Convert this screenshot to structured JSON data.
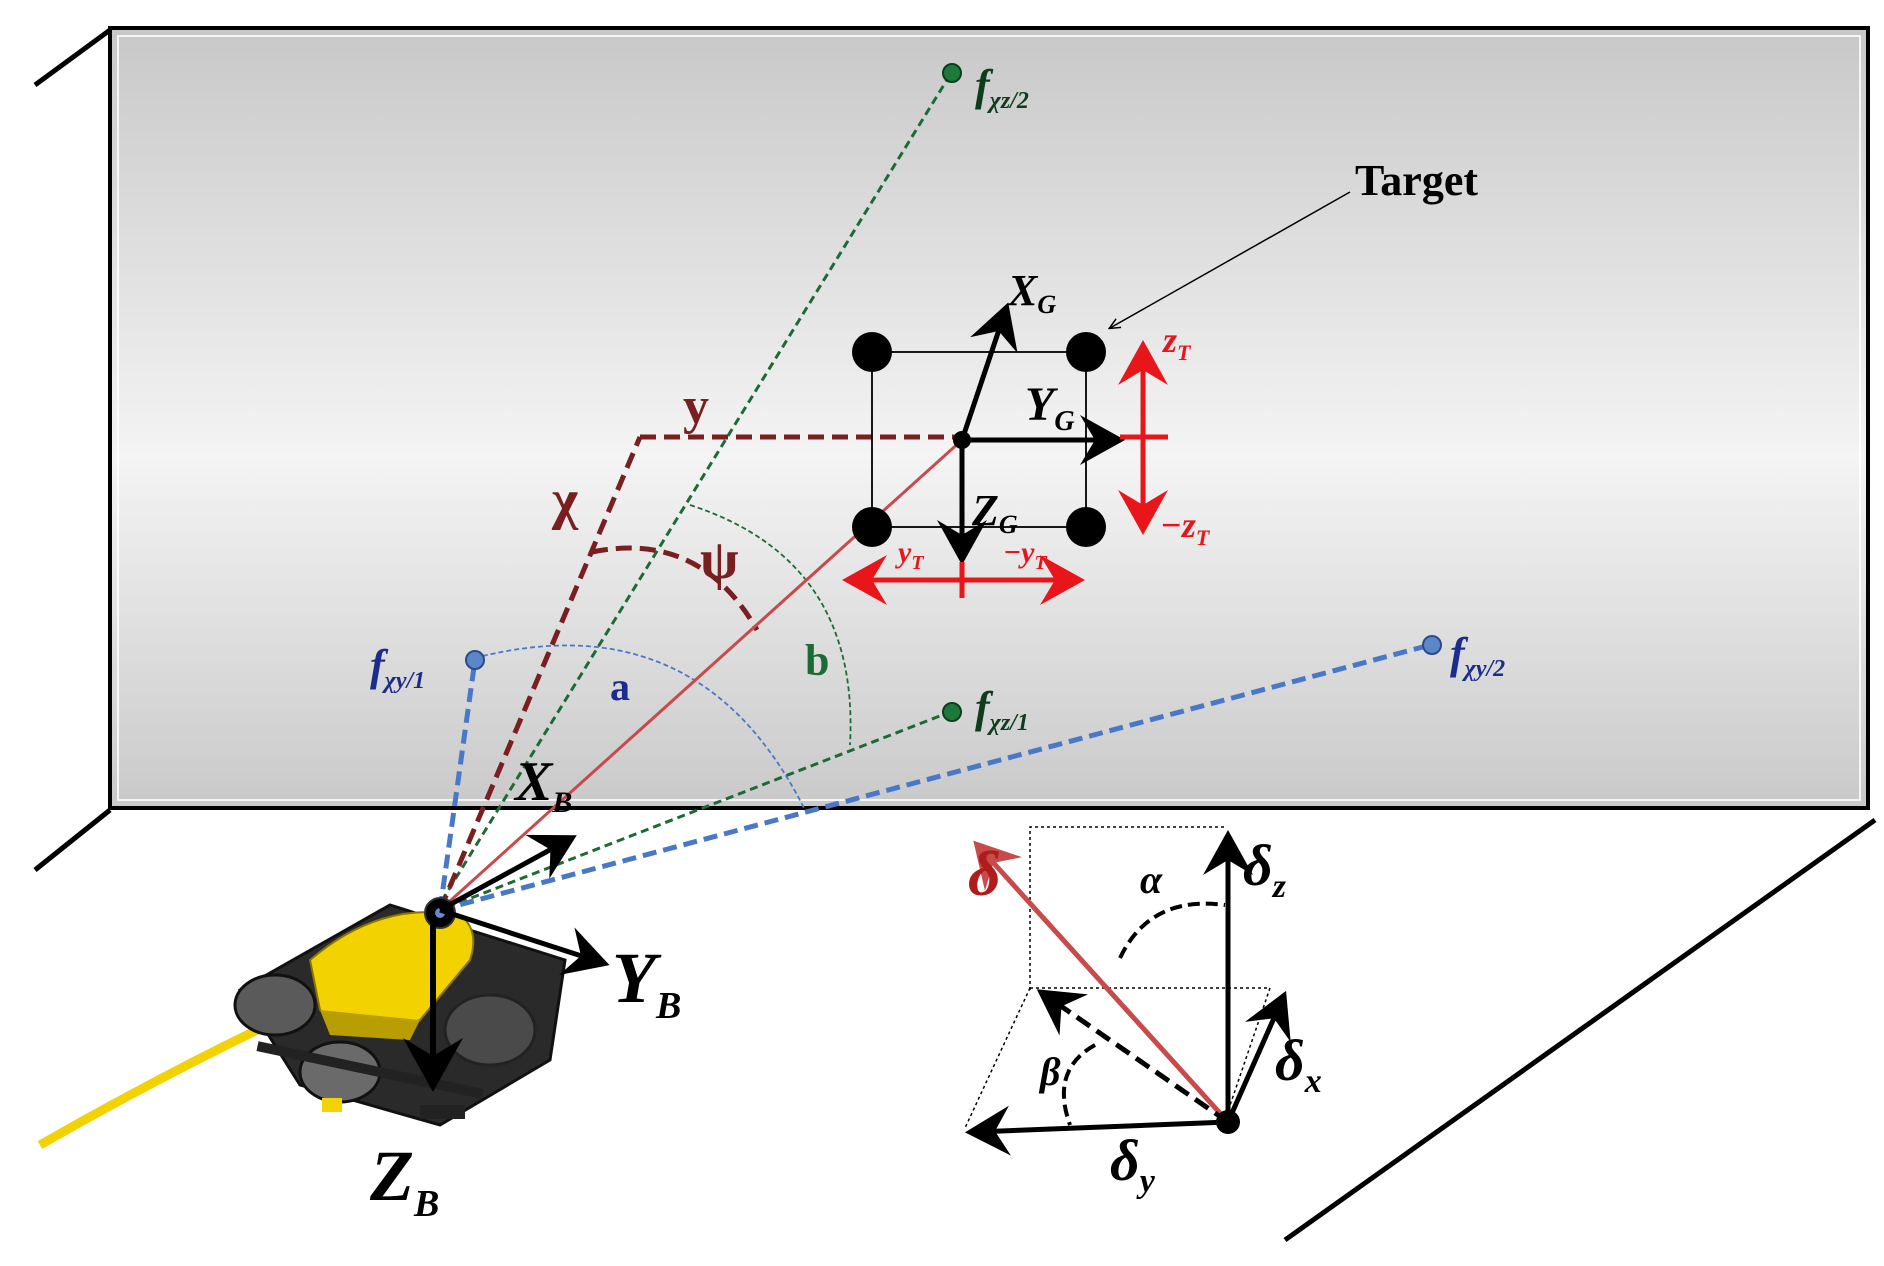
{
  "labels": {
    "target": "Target",
    "fxz2": "f",
    "fxz2_sub": "χz/2",
    "fxz1": "f",
    "fxz1_sub": "χz/1",
    "fxy1": "f",
    "fxy1_sub": "χy/1",
    "fxy2": "f",
    "fxy2_sub": "χy/2",
    "XG": "X",
    "XG_sub": "G",
    "YG": "Y",
    "YG_sub": "G",
    "ZG": "Z",
    "ZG_sub": "G",
    "zT": "z",
    "zT_sub": "T",
    "negzT": "−z",
    "negzT_sub": "T",
    "yT": "y",
    "yT_sub": "T",
    "negyT": "−y",
    "negyT_sub": "T",
    "y_axis": "y",
    "chi": "χ",
    "psi": "ψ",
    "a": "a",
    "b": "b",
    "XB": "X",
    "XB_sub": "B",
    "YB": "Y",
    "YB_sub": "B",
    "ZB": "Z",
    "ZB_sub": "B",
    "delta": "δ",
    "delta_z": "δ",
    "delta_z_sub": "z",
    "delta_x": "δ",
    "delta_x_sub": "x",
    "delta_y": "δ",
    "delta_y_sub": "y",
    "alpha": "α",
    "beta": "β"
  },
  "colors": {
    "dark_red": "#7a1f1f",
    "red": "#e8161b",
    "line_red": "#c84a4a",
    "green": "#1c6b35",
    "blue": "#4a78c8",
    "label_blue": "#1c2c8c",
    "black": "#000000",
    "rov_yellow": "#f2d200"
  },
  "icons": {
    "rov": "rov-vehicle-icon"
  }
}
